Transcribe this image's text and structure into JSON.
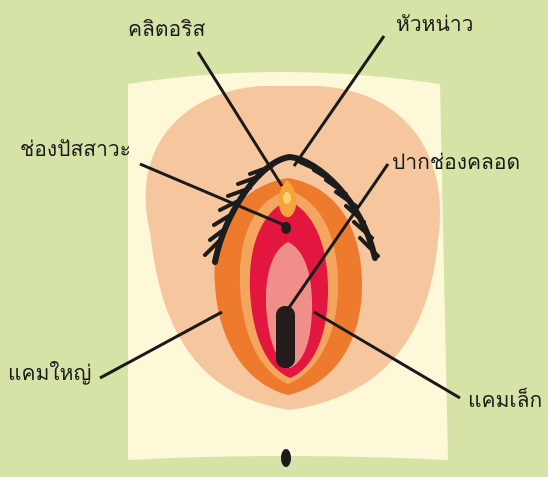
{
  "labels": {
    "clitoris": "คลิตอริส",
    "clitoral_hood": "หัวหน่าว",
    "urethral_opening": "ช่องปัสสาวะ",
    "vaginal_opening": "ปากช่องคลอด",
    "labia_majora": "แคมใหญ่",
    "labia_minora": "แคมเล็ก"
  },
  "colors": {
    "background": "#d6e3a6",
    "panel": "#fcf8d8",
    "skin": "#f6c79f",
    "labia_majora": "#ee7a2e",
    "labia_minora": "#e2163e",
    "vestibule": "#f08f8a",
    "vaginal_opening": "#231b1c",
    "pubic_hair": "#1c1c1c",
    "clitoris": "#f6a43a"
  }
}
